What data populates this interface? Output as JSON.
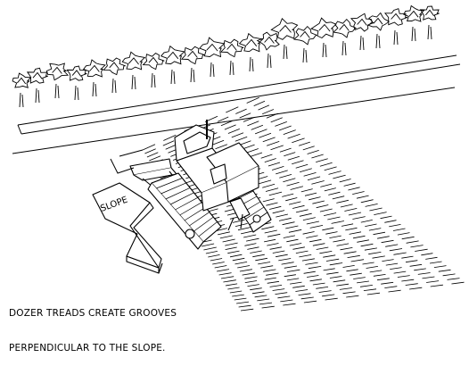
{
  "slope_sign": {
    "label": "SLOPE"
  },
  "caption": {
    "line1": "DOZER TREADS CREATE GROOVES",
    "line2": "PERPENDICULAR TO THE SLOPE."
  },
  "colors": {
    "ink": "#000000",
    "paper": "#ffffff"
  },
  "icons": [
    "tree-icon",
    "bulldozer-icon",
    "slope-arrow-icon"
  ]
}
